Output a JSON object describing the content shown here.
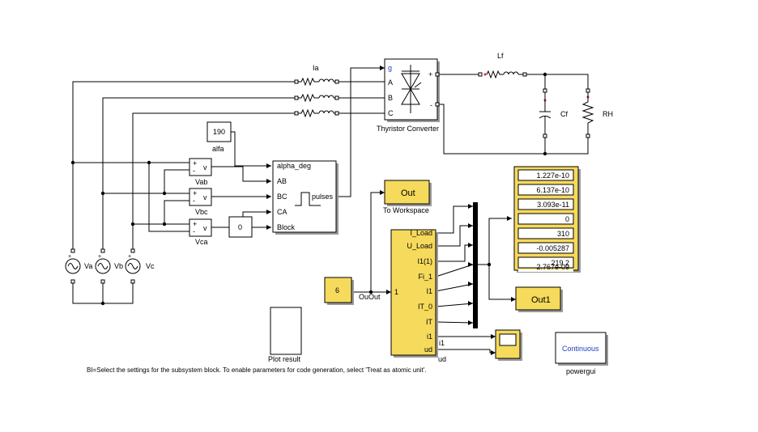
{
  "labels": {
    "ia": "Ia",
    "lf": "Lf",
    "cf": "Cf",
    "rh": "RH",
    "thyristor": "Thyristor Converter",
    "alfa": "alfa",
    "alfa_value": "190",
    "zero_value": "0",
    "vab": "Vab",
    "vbc": "Vbc",
    "vca": "Vca",
    "va": "Va",
    "vb": "Vb",
    "vc": "Vc",
    "to_workspace": "To Workspace",
    "out": "Out",
    "out1": "Out1",
    "ouput": "OuOut",
    "const6": "6",
    "plot_result": "Plot result",
    "continuous": "Continuous",
    "powergui": "powergui",
    "i1_wire": "i1",
    "ud_wire": "ud",
    "status": "BI=Select the settings for the subsystem block. To enable parameters for code generation, select 'Treat as atomic unit'."
  },
  "thyristor_ports": [
    "g",
    "A",
    "B",
    "C",
    "+",
    "-"
  ],
  "pulse_ports": [
    "alpha_deg",
    "AB",
    "BC",
    "CA",
    "Block"
  ],
  "pulse_out": "pulses",
  "subsystem": {
    "input": "1",
    "outputs": [
      "I_Load",
      "U_Load",
      "I1(1)",
      "Fi_1",
      "I1",
      "IT_0",
      "IT",
      "i1",
      "ud"
    ]
  },
  "display_values": [
    "1.227e-10",
    "6.137e-10",
    "3.093e-11",
    "0",
    "310",
    "-0.005287",
    "219.2",
    "2.767e-09"
  ],
  "colors": {
    "block_yellow": "#f6da5c",
    "link_blue": "#1f3fbf",
    "marker_red": "#d42a2a"
  }
}
